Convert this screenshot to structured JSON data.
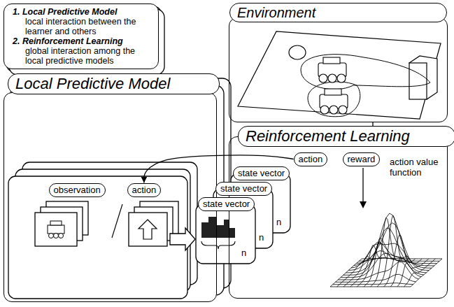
{
  "diagram": {
    "nodes": [
      {
        "text": [
          "1. Local Predictive Model",
          "local interaction between the learner and others",
          "2. Reinforcement Learning",
          "global interaction among the local predictive models"
        ]
      },
      {
        "text": [
          "Environment"
        ]
      },
      {
        "text": [
          "Reinforcement Learning"
        ]
      },
      {
        "text": [
          "action"
        ],
        "in": 2
      },
      {
        "text": [
          "reward"
        ],
        "in": 2
      },
      {
        "text": [
          "Local Predictive Model"
        ]
      },
      {
        "text": [
          "observation"
        ],
        "in": 5
      },
      {
        "text": [
          "action"
        ],
        "in": 5
      },
      {
        "text": [
          "state vector"
        ]
      },
      {
        "text": [
          "state vector"
        ]
      },
      {
        "text": [
          "state vector"
        ]
      }
    ],
    "edges": [
      {
        "from": 1,
        "to": 2,
        "arrow": "none"
      },
      {
        "from": 3,
        "to": 7,
        "arrow": "to"
      }
    ],
    "labels": [
      "action value function",
      "n",
      "n",
      "n"
    ]
  }
}
